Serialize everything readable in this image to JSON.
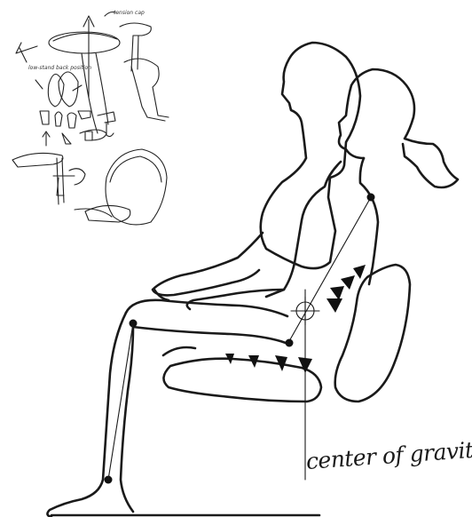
{
  "caption": "center of gravity,",
  "sketch_labels": [
    "tension cap",
    "low-stand back position"
  ],
  "colors": {
    "ink": "#1a1a1a",
    "paper": "#ffffff"
  },
  "icons": [
    "center-of-gravity-crosshair-icon",
    "pressure-wedge-icon"
  ]
}
